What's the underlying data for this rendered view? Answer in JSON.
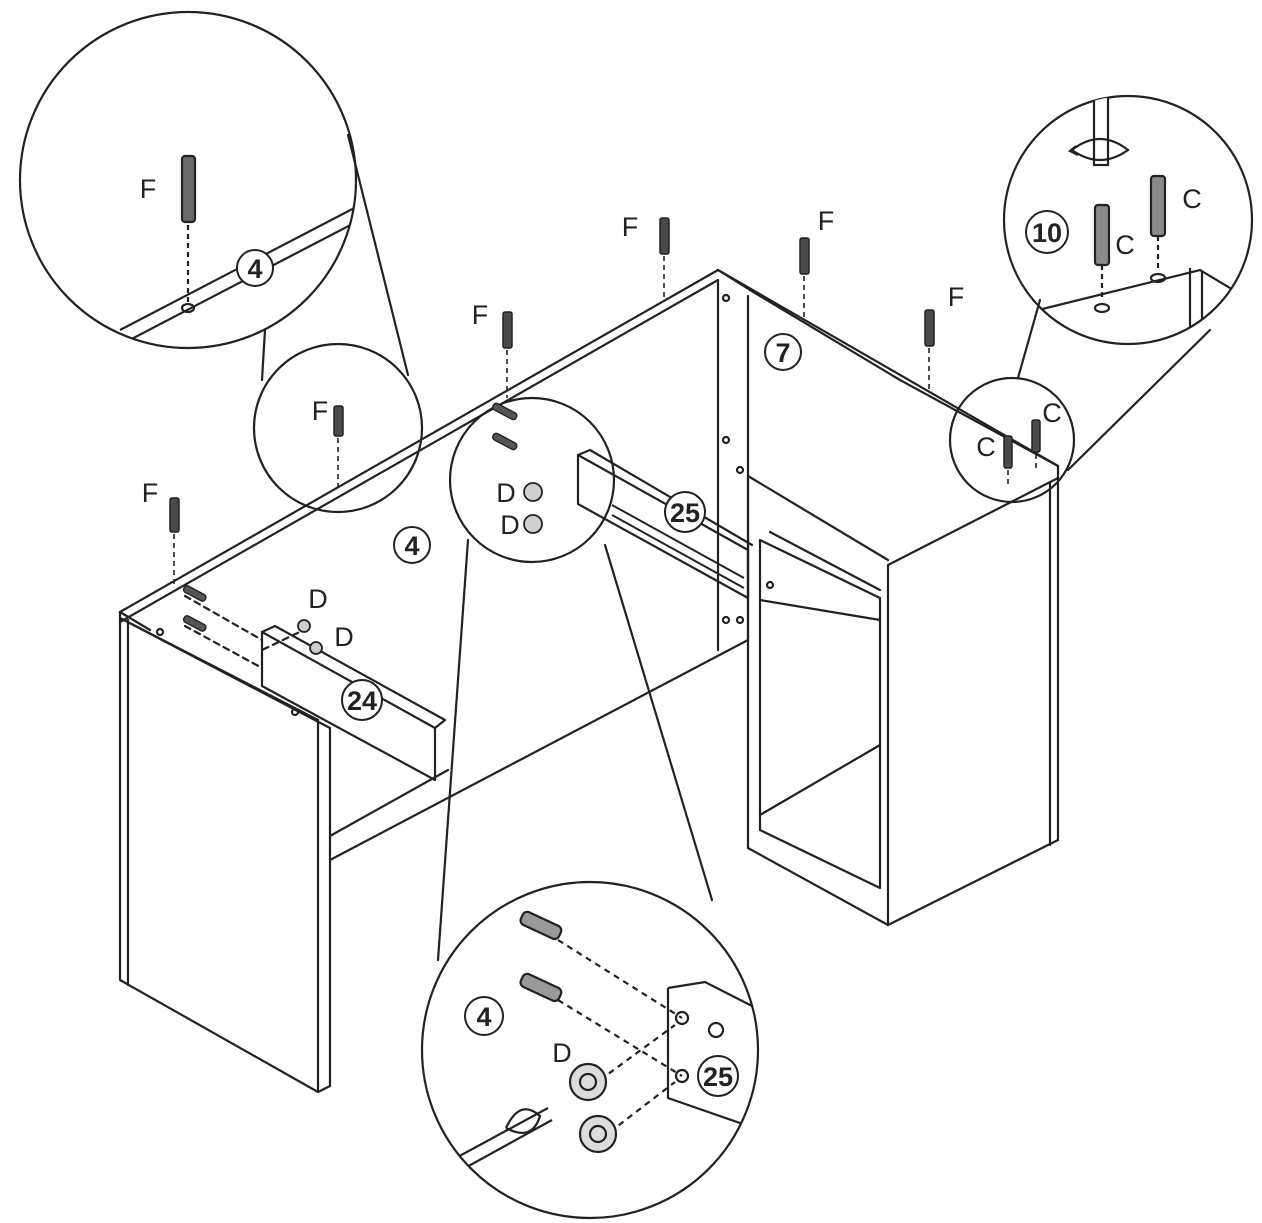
{
  "parts": {
    "p4": "4",
    "p7": "7",
    "p10": "10",
    "p24": "24",
    "p25": "25"
  },
  "hardware": {
    "f": "F",
    "c": "C",
    "d": "D"
  },
  "colors": {
    "line": "#222222",
    "background": "#ffffff",
    "pin": "#4a4a4a"
  }
}
